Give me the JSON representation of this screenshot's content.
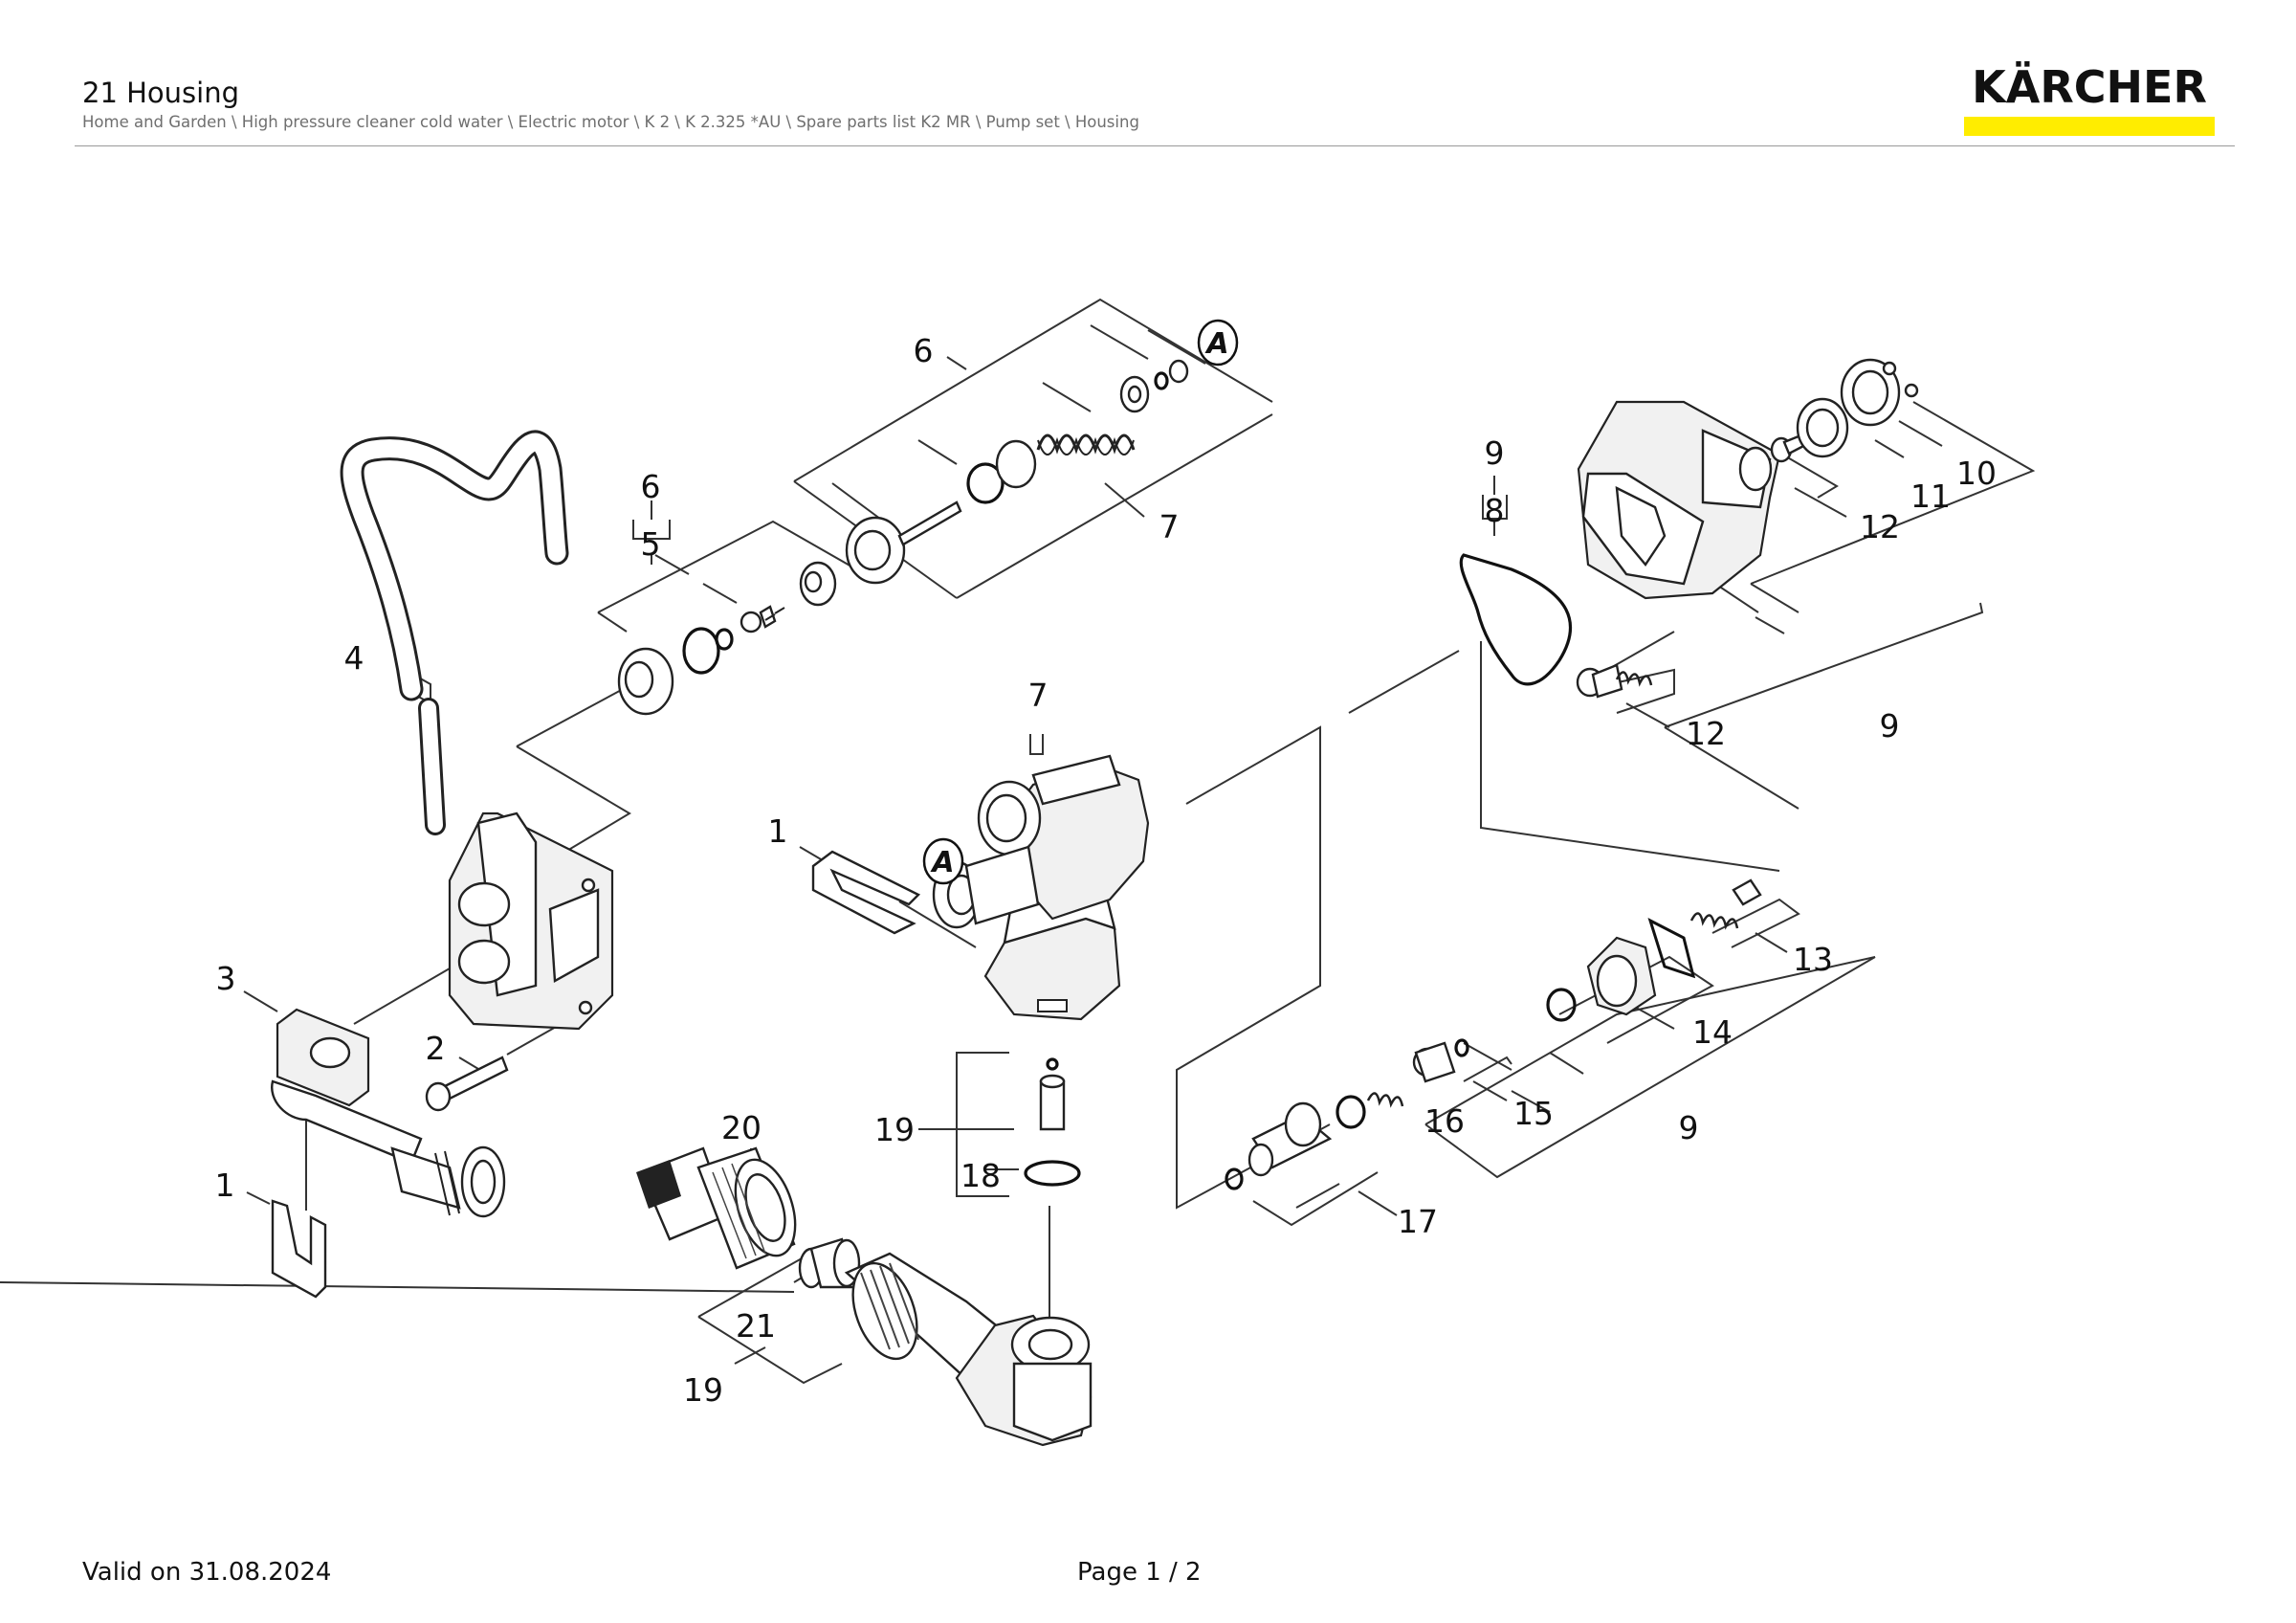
{
  "header": {
    "title": "21 Housing",
    "breadcrumb": "Home and Garden \\ High pressure cleaner cold water \\ Electric motor \\ K 2 \\ K 2.325 *AU \\ Spare parts list K2 MR \\ Pump set \\ Housing"
  },
  "logo": {
    "text": "KÄRCHER",
    "bar_color": "#ffed00"
  },
  "footer": {
    "valid": "Valid on 31.08.2024",
    "page": "Page 1 / 2"
  },
  "diagram": {
    "marker": "A",
    "callouts": {
      "c1_left": "1",
      "c1_mid": "1",
      "c2": "2",
      "c3": "3",
      "c4": "4",
      "c5": "5",
      "c6_top": "6",
      "c6_small": "6",
      "c7_top": "7",
      "c7_mid": "7",
      "c8": "8",
      "c9_top": "9",
      "c9_right": "9",
      "c9_bottom": "9",
      "c10": "10",
      "c11": "11",
      "c12_top": "12",
      "c12_mid": "12",
      "c13": "13",
      "c14": "14",
      "c15": "15",
      "c16": "16",
      "c17": "17",
      "c18": "18",
      "c19_mid": "19",
      "c19_bottom": "19",
      "c20": "20",
      "c21": "21"
    }
  }
}
